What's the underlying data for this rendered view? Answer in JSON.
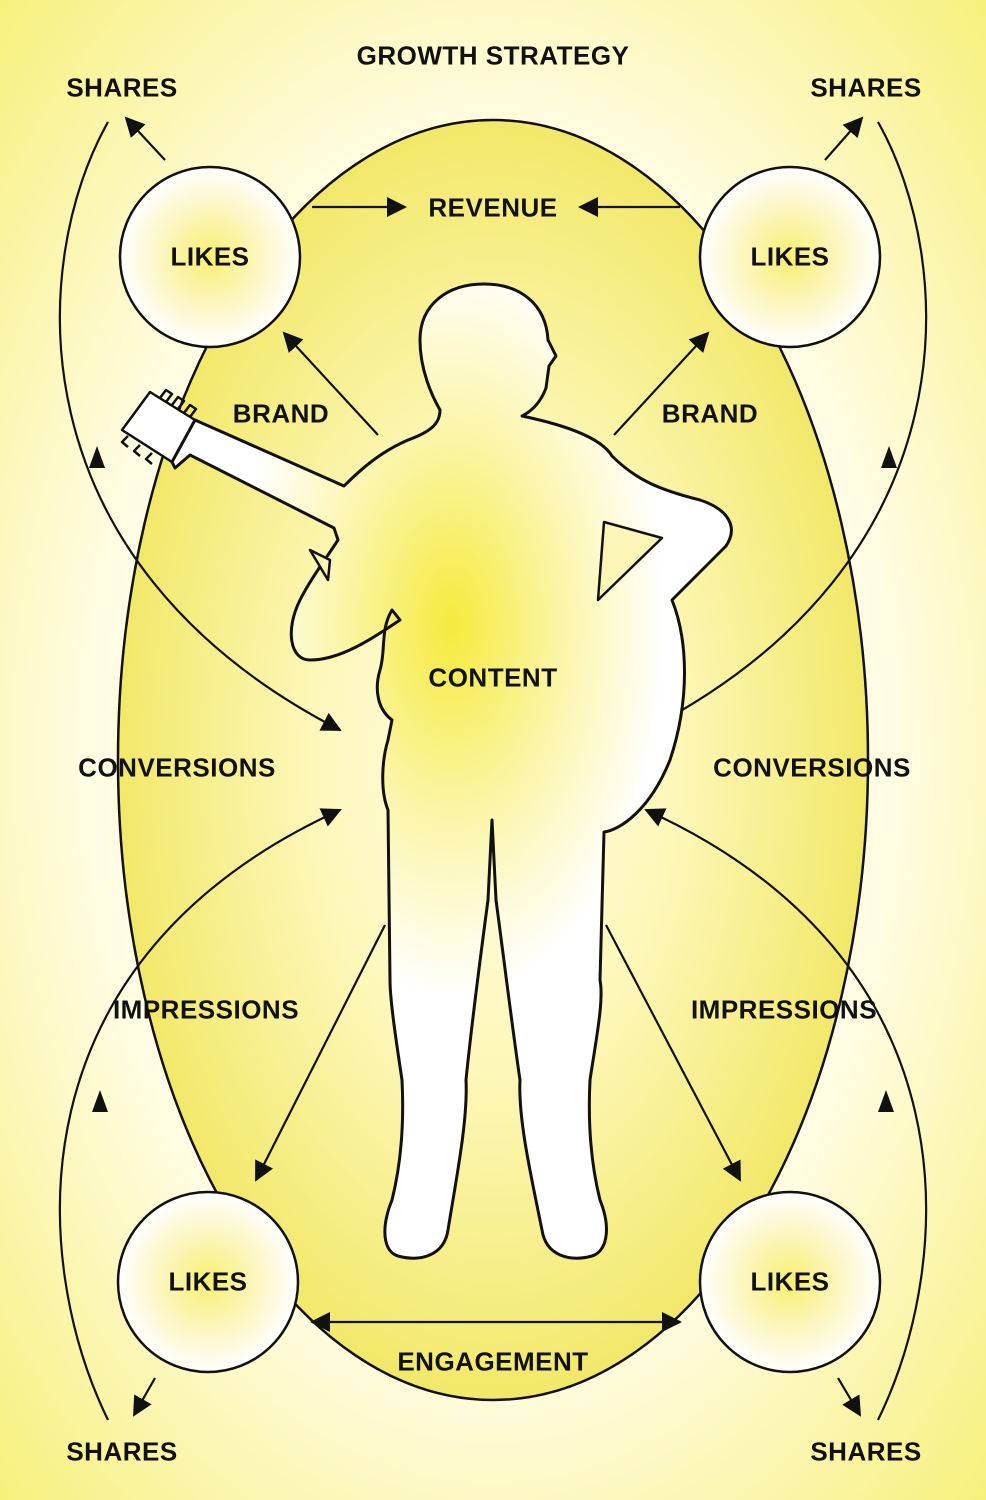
{
  "title": "GROWTH STRATEGY",
  "center": "CONTENT",
  "top_link": "REVENUE",
  "bottom_link": "ENGAGEMENT",
  "nodes": {
    "top_left": "LIKES",
    "top_right": "LIKES",
    "bottom_left": "LIKES",
    "bottom_right": "LIKES"
  },
  "labels": {
    "brand_left": "BRAND",
    "brand_right": "BRAND",
    "conversions_left": "CONVERSIONS",
    "conversions_right": "CONVERSIONS",
    "impressions_left": "IMPRESSIONS",
    "impressions_right": "IMPRESSIONS",
    "shares_top_left": "SHARES",
    "shares_top_right": "SHARES",
    "shares_bottom_left": "SHARES",
    "shares_bottom_right": "SHARES"
  },
  "colors": {
    "accent": "#f3ea6a",
    "background_edge": "#f7f06a",
    "background_center": "#fffde8",
    "line": "#111111"
  },
  "figure_icon": "guitar-player-silhouette-icon"
}
